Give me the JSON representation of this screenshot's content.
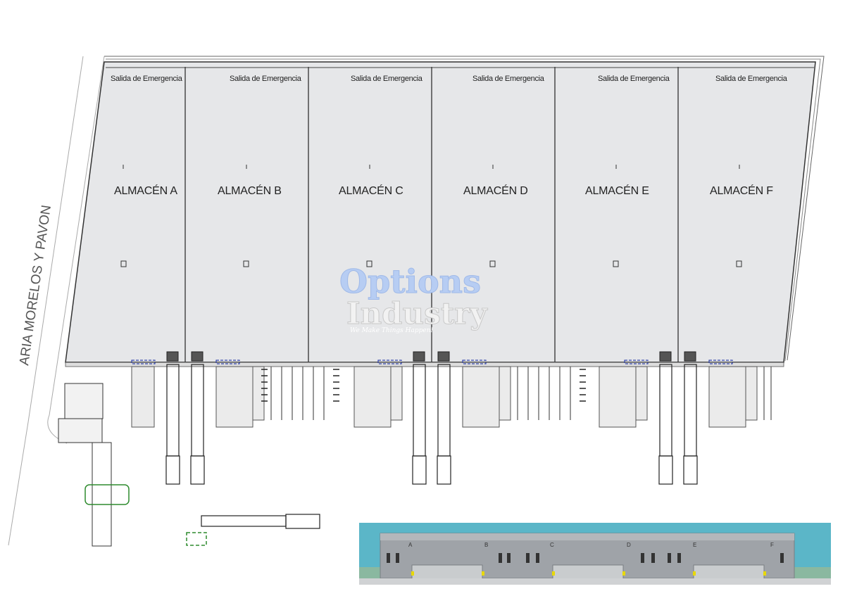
{
  "street_label": "ARIA MORELOS Y PAVON",
  "warehouses": [
    {
      "name": "ALMACÉN A",
      "exit": "Salida de Emergencia"
    },
    {
      "name": "ALMACÉN B",
      "exit": "Salida de Emergencia"
    },
    {
      "name": "ALMACÉN C",
      "exit": "Salida de Emergencia"
    },
    {
      "name": "ALMACÉN D",
      "exit": "Salida de Emergencia"
    },
    {
      "name": "ALMACÉN E",
      "exit": "Salida de Emergencia"
    },
    {
      "name": "ALMACÉN F",
      "exit": "Salida de Emergencia"
    }
  ],
  "watermark": {
    "line1": "Options",
    "line2": "Industry",
    "tagline": "We Make Things Happen!"
  },
  "rendering": {
    "letters": [
      "A",
      "B",
      "C",
      "D",
      "E",
      "F"
    ]
  }
}
